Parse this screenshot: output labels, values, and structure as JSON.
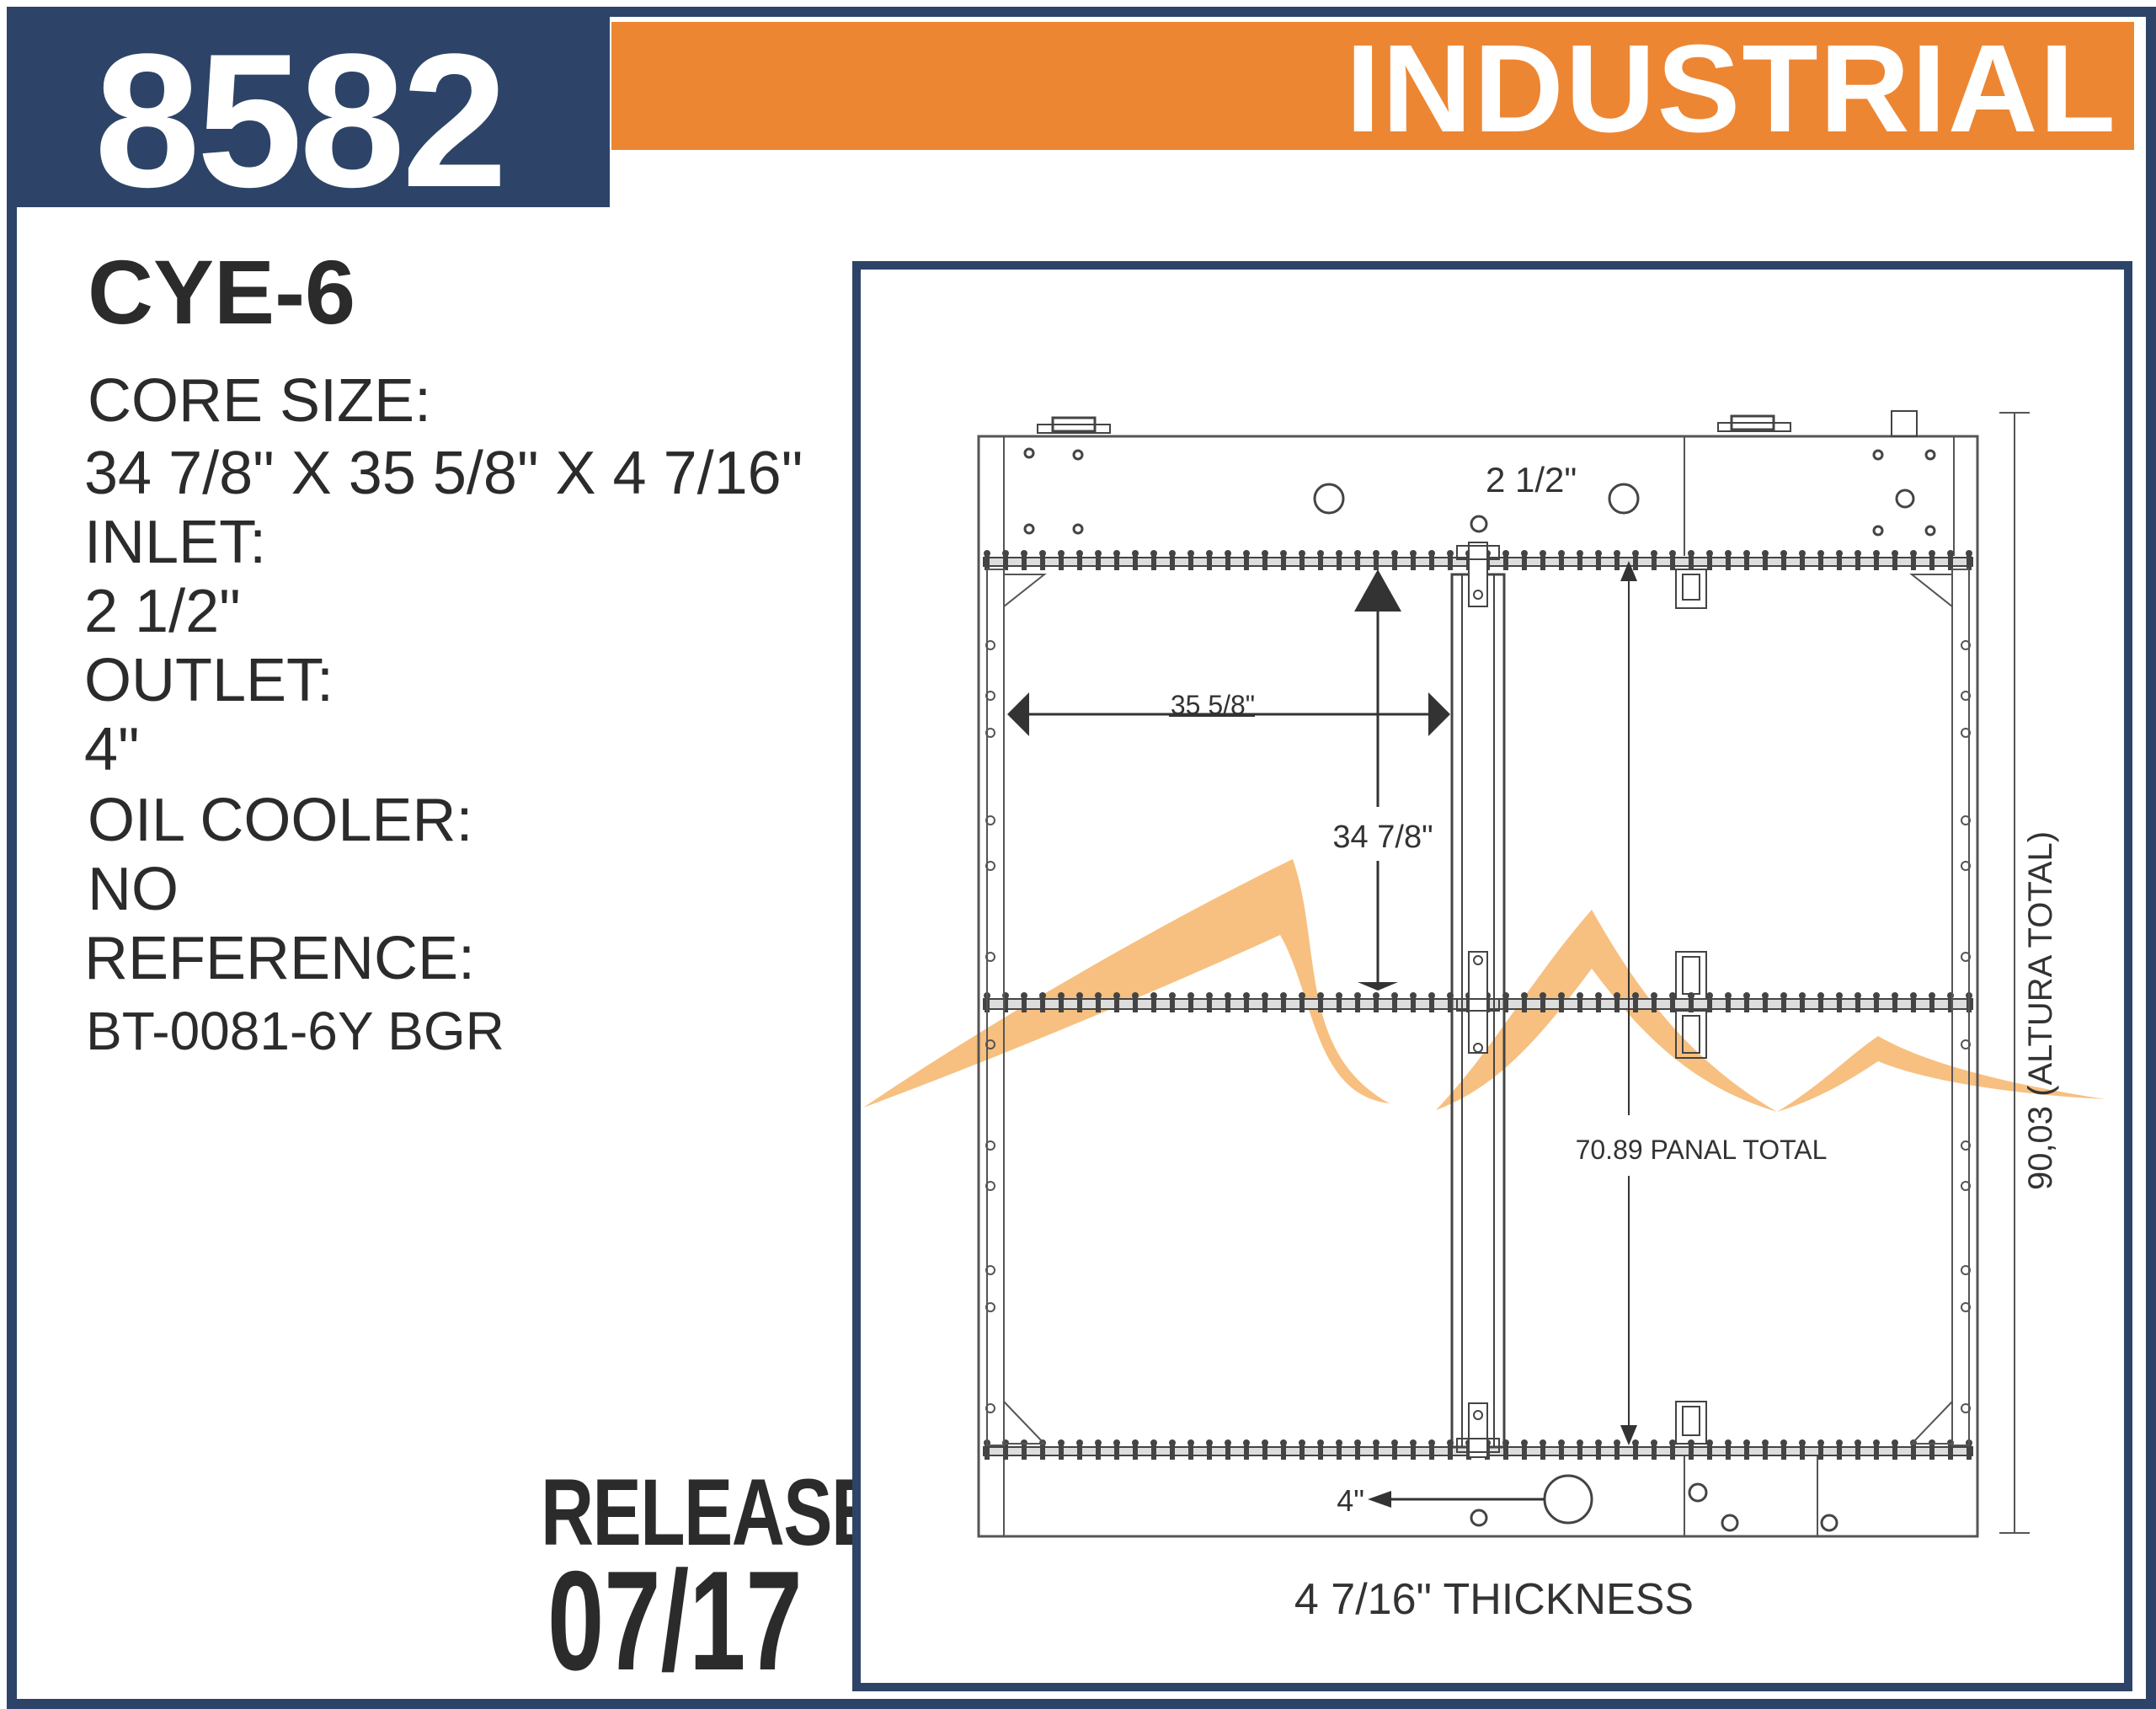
{
  "header": {
    "part_number": "8582",
    "category": "INDUSTRIAL"
  },
  "model": "CYE-6",
  "specs": {
    "core_size_label": "CORE SIZE:",
    "core_size_value": "34 7/8\" X 35 5/8\" X 4 7/16\"",
    "inlet_label": "INLET:",
    "inlet_value": "2 1/2\"",
    "outlet_label": "OUTLET:",
    "outlet_value": "4\"",
    "oil_cooler_label": "OIL COOLER:",
    "oil_cooler_value": "NO",
    "reference_label": "REFERENCE:",
    "reference_value": "BT-0081-6Y BGR"
  },
  "release": {
    "label": "RELEASE:",
    "date": "07/17"
  },
  "drawing": {
    "inlet_dim": "2 1/2\"",
    "width_dim": "35 5/8\"",
    "height_dim": "34 7/8\"",
    "panel_total": "70.89 PANAL TOTAL",
    "total_height": "90,03  (ALTURA TOTAL)",
    "outlet_dim": "4\"",
    "thickness": "4 7/16\" THICKNESS"
  },
  "colors": {
    "navy": "#2d4468",
    "orange": "#ec8633",
    "watermark": "#f6b56a",
    "line": "#333333"
  }
}
